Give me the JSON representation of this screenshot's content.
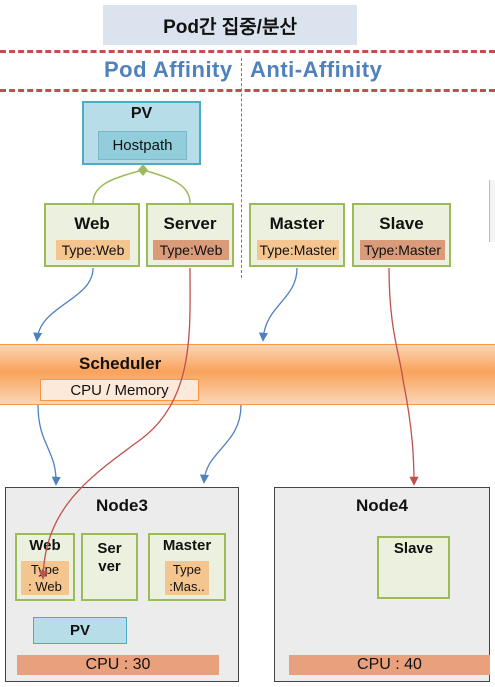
{
  "title": "Pod간 집중/분산",
  "sections": {
    "affinity": "Pod Affinity",
    "anti_affinity": "Anti-Affinity"
  },
  "pv": {
    "title": "PV",
    "hostpath": "Hostpath"
  },
  "pods": {
    "web": {
      "name": "Web",
      "type": "Type:Web"
    },
    "server": {
      "name": "Server",
      "type": "Type:Web"
    },
    "master": {
      "name": "Master",
      "type": "Type:Master"
    },
    "slave": {
      "name": "Slave",
      "type": "Type:Master"
    }
  },
  "scheduler": {
    "title": "Scheduler",
    "resource": "CPU / Memory"
  },
  "node3": {
    "title": "Node3",
    "web": {
      "name": "Web",
      "type_line1": "Type",
      "type_line2": ": Web"
    },
    "server": {
      "name_line1": "Ser",
      "name_line2": "ver"
    },
    "master": {
      "name": "Master",
      "type_line1": "Type",
      "type_line2": ":Mas.."
    },
    "pv": "PV",
    "cpu": "CPU : 30"
  },
  "node4": {
    "title": "Node4",
    "slave": {
      "name": "Slave"
    },
    "cpu": "CPU : 40"
  },
  "colors": {
    "dash_red": "#c0504d",
    "heading_blue": "#4f81bd",
    "arrow_blue": "#4f81bd",
    "arrow_red": "#c0504d",
    "pod_green": "#9bbb59"
  }
}
